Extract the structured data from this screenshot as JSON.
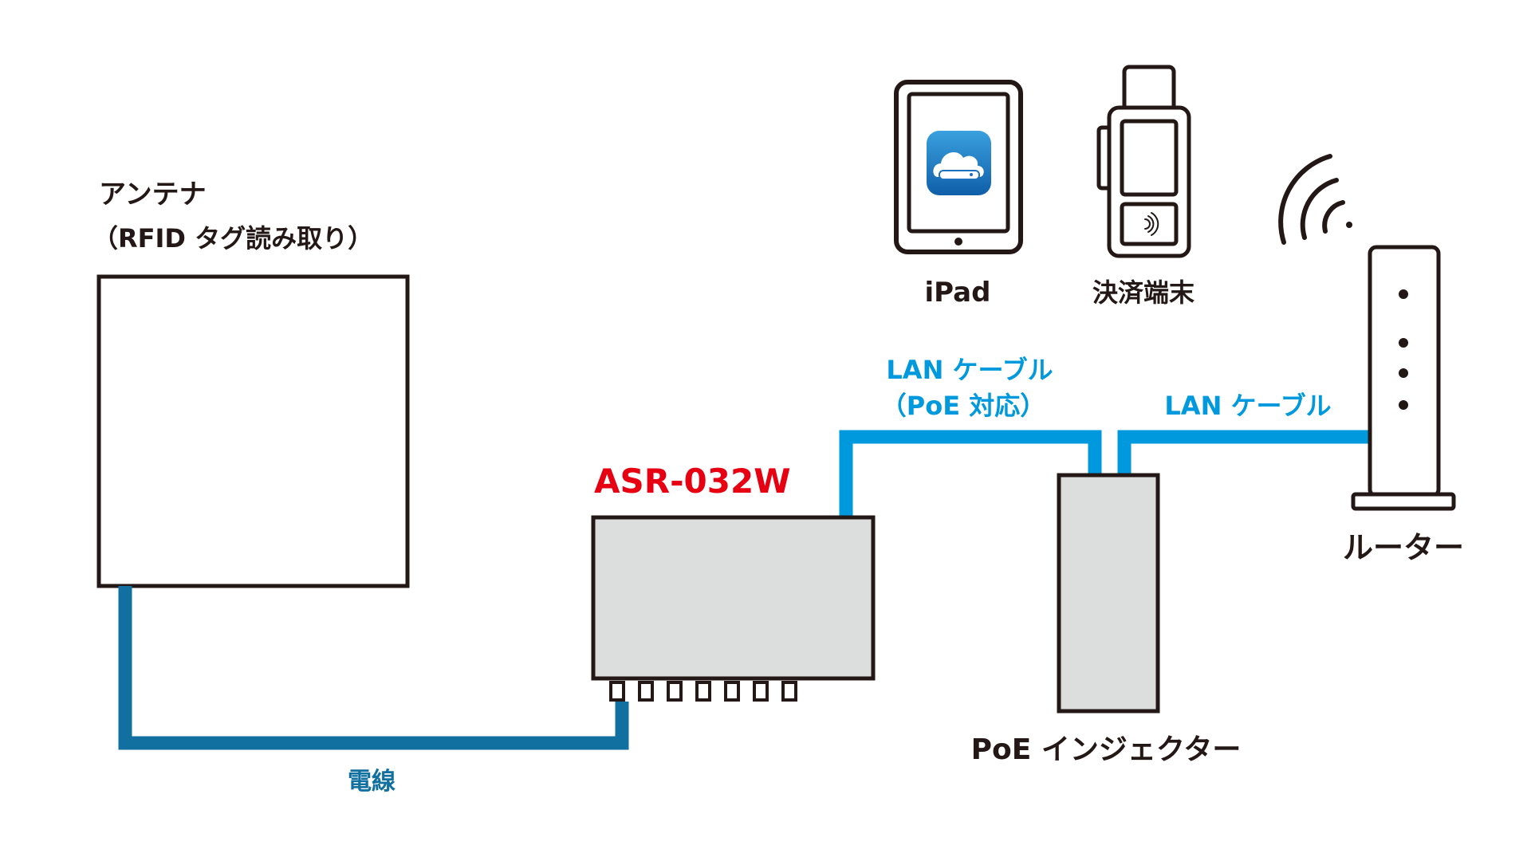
{
  "antenna": {
    "title": "アンテナ",
    "subtitle": "（RFID タグ読み取り）"
  },
  "reader": {
    "model": "ASR-032W"
  },
  "cable_power": {
    "label": "電線"
  },
  "lan_poe": {
    "line1": "LAN ケーブル",
    "line2": "（PoE 対応）"
  },
  "lan_router": {
    "label": "LAN ケーブル"
  },
  "ipad": {
    "label": "iPad"
  },
  "payment_terminal": {
    "label": "決済端末"
  },
  "poe_injector": {
    "label": "PoE インジェクター"
  },
  "router": {
    "label": "ルーター"
  },
  "colors": {
    "power_cable": "#11709f",
    "lan_cable": "#0099dd",
    "model_text": "#e60012",
    "device_fill": "#dcdddd",
    "outline": "#231815"
  }
}
